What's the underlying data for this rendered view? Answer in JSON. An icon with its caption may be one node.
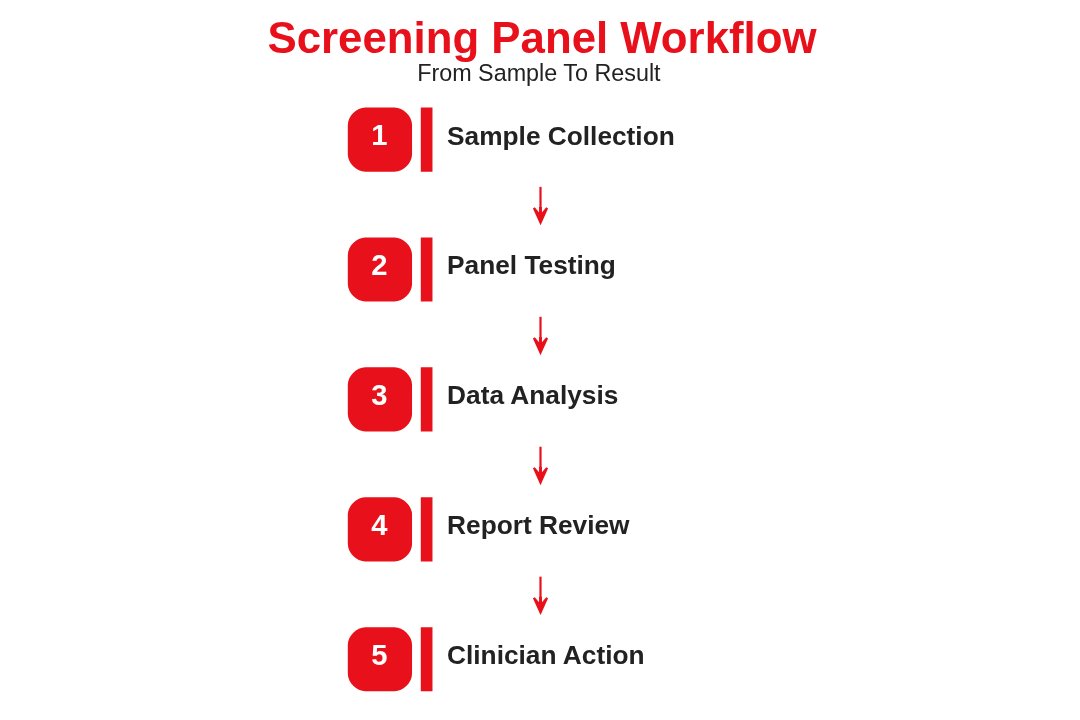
{
  "diagram": {
    "title": "Screening Panel Workflow",
    "caption": "From Sample To Result",
    "nodes": [
      {
        "text": [
          "1",
          "Sample Collection"
        ]
      },
      {
        "text": [
          "2",
          "Panel Testing"
        ]
      },
      {
        "text": [
          "3",
          "Data Analysis"
        ]
      },
      {
        "text": [
          "4",
          "Report Review"
        ]
      },
      {
        "text": [
          "5",
          "Clinician Action"
        ]
      }
    ],
    "edges": [
      {
        "from": 0,
        "to": 1,
        "arrow": "to"
      },
      {
        "from": 1,
        "to": 2,
        "arrow": "to"
      },
      {
        "from": 2,
        "to": 3,
        "arrow": "to"
      },
      {
        "from": 3,
        "to": 4,
        "arrow": "to"
      }
    ]
  }
}
